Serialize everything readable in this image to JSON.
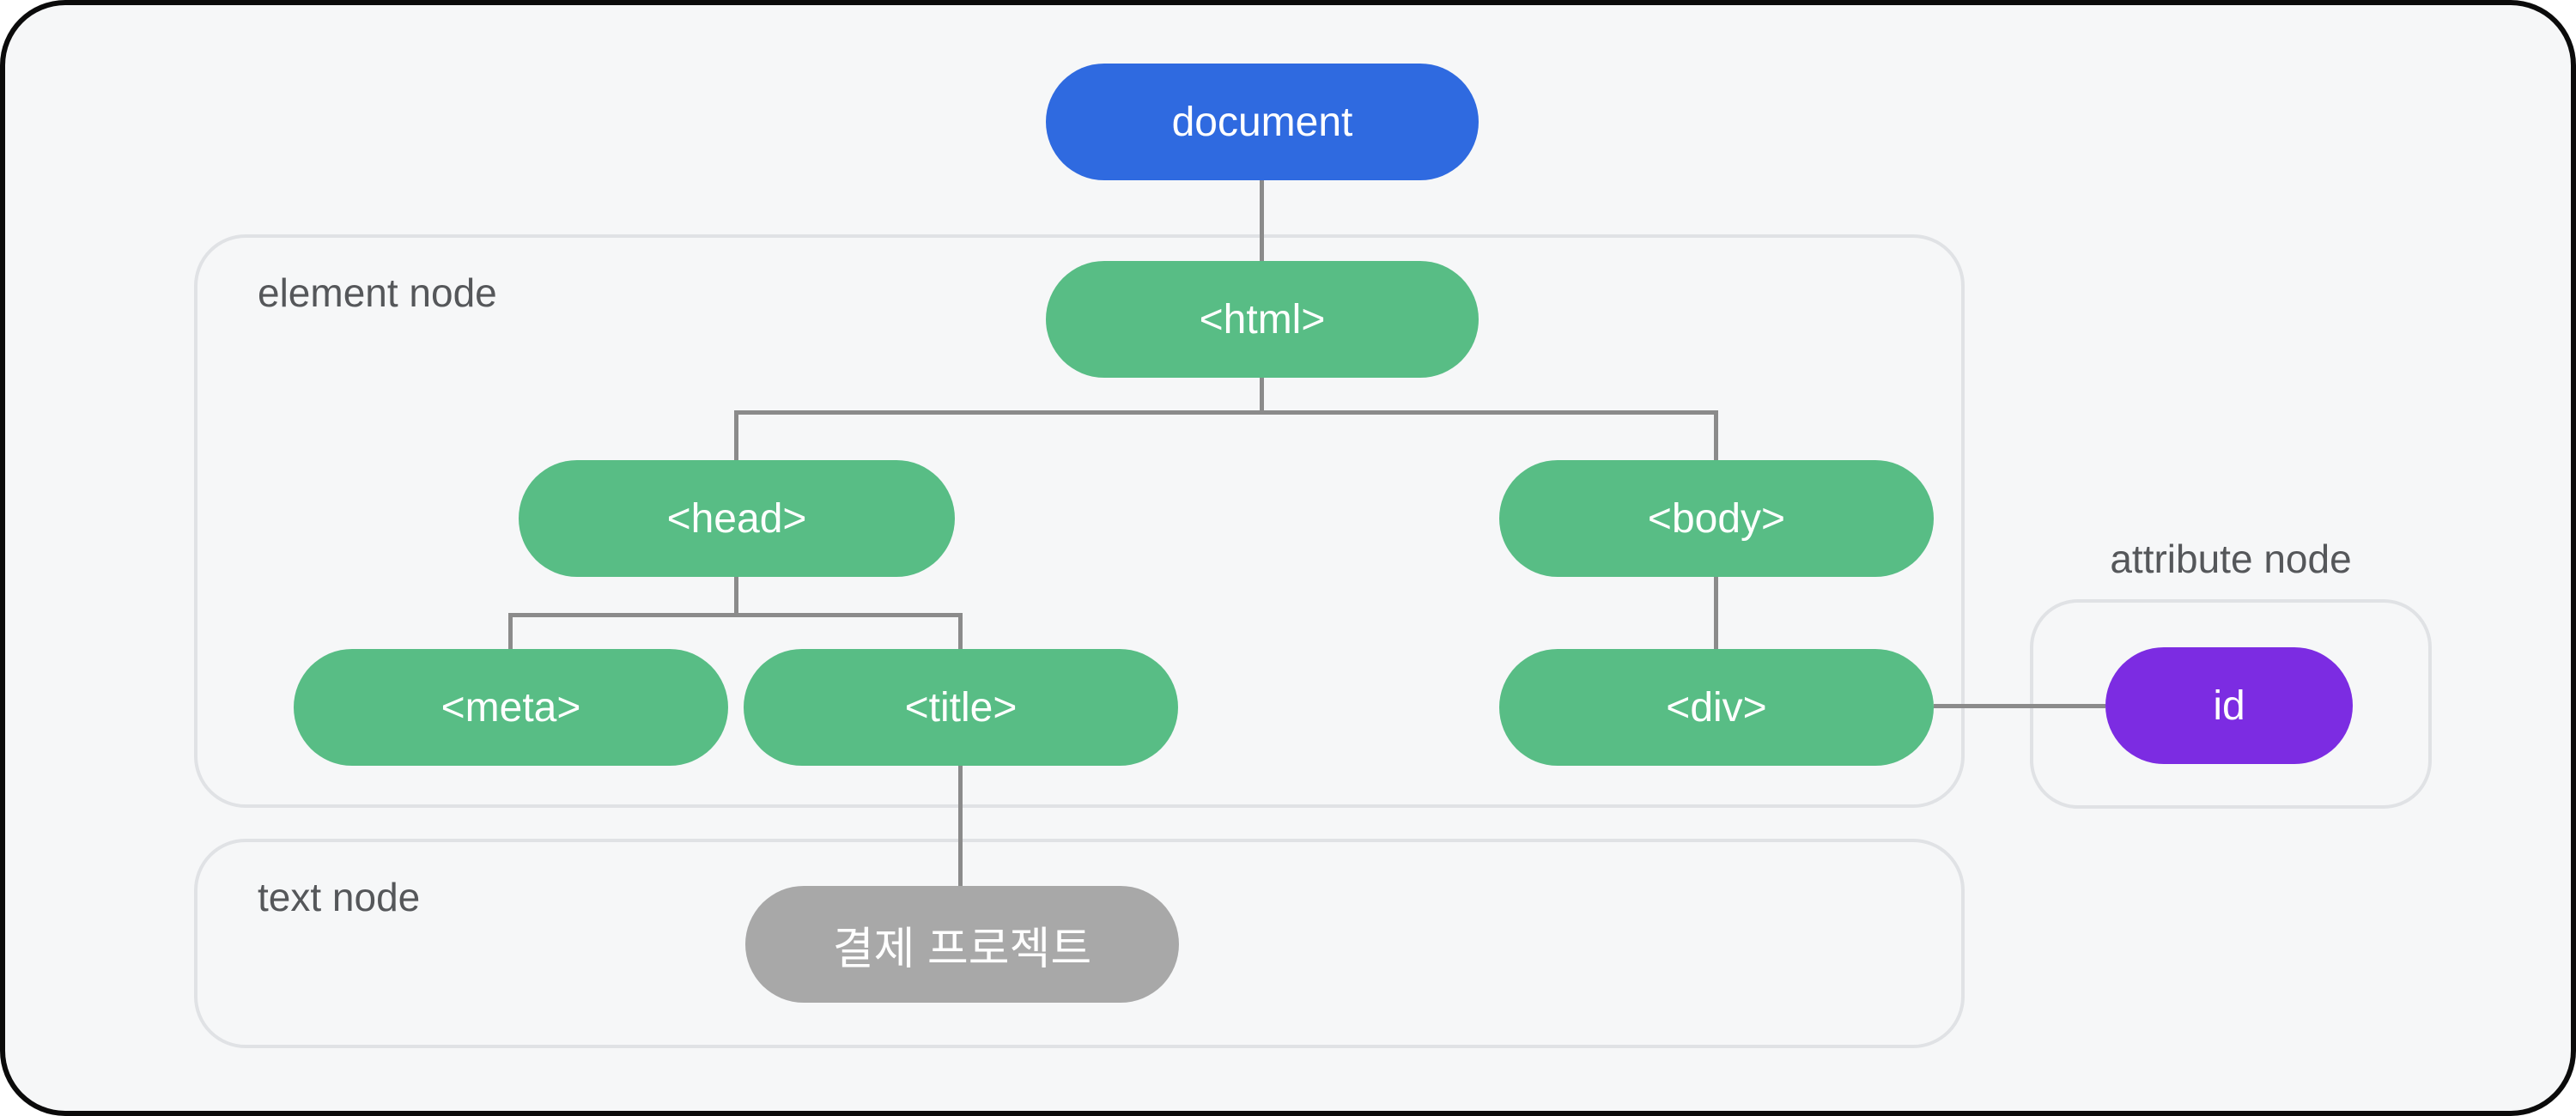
{
  "colors": {
    "frame_border": "#0b0b0b",
    "panel_fill": "#f6f7f8",
    "group_border": "#e0e2e5",
    "group_label": "#55575a",
    "edge": "#8b8b8b",
    "node_text": "#ffffff",
    "document_fill": "#2f6ae0",
    "element_fill": "#58bd85",
    "attribute_fill": "#7c2ce2",
    "text_fill": "#a8a8a8"
  },
  "groups": {
    "element": {
      "label": "element node"
    },
    "text": {
      "label": "text node"
    },
    "attribute": {
      "label": "attribute node"
    }
  },
  "nodes": {
    "document": {
      "label": "document",
      "type": "document"
    },
    "html": {
      "label": "<html>",
      "type": "element"
    },
    "head": {
      "label": "<head>",
      "type": "element"
    },
    "body": {
      "label": "<body>",
      "type": "element"
    },
    "meta": {
      "label": "<meta>",
      "type": "element"
    },
    "title": {
      "label": "<title>",
      "type": "element"
    },
    "div": {
      "label": "<div>",
      "type": "element"
    },
    "id": {
      "label": "id",
      "type": "attribute"
    },
    "text": {
      "label": "결제 프로젝트",
      "type": "text"
    }
  },
  "edges": [
    {
      "from": "document",
      "to": "html"
    },
    {
      "from": "html",
      "to": "head"
    },
    {
      "from": "html",
      "to": "body"
    },
    {
      "from": "head",
      "to": "meta"
    },
    {
      "from": "head",
      "to": "title"
    },
    {
      "from": "body",
      "to": "div"
    },
    {
      "from": "div",
      "to": "id"
    },
    {
      "from": "title",
      "to": "text"
    }
  ]
}
